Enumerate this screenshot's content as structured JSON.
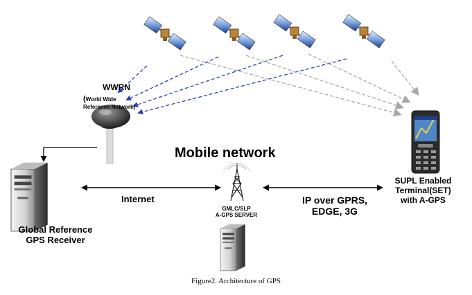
{
  "labels": {
    "wwrn_title": "WWRN",
    "wwrn_open": "(",
    "wwrn_line1": "World Wide",
    "wwrn_line2": "Reference Network)",
    "mobile_network": "Mobile network",
    "internet": "Internet",
    "ip_line1": "IP over GPRS,",
    "ip_line2": "EDGE, 3G",
    "gmlc_line1": "GMLC/SLP",
    "gmlc_line2": "A-GPS SERVER",
    "supl_line1": "SUPL Enabled",
    "supl_line2": "Terminal(SET)",
    "supl_line3": "with A-GPS",
    "global_line1": "Global Reference",
    "global_line2": "GPS Receiver"
  },
  "caption": "Figure2. Architecture of GPS",
  "colors": {
    "blue_signal": "#2a3fb8",
    "gray_signal": "#a8a8a8",
    "link": "#000000"
  },
  "icons": [
    "satellite-icon",
    "gps-antenna-icon",
    "server-tower-icon",
    "cell-tower-icon",
    "mobile-phone-icon"
  ]
}
